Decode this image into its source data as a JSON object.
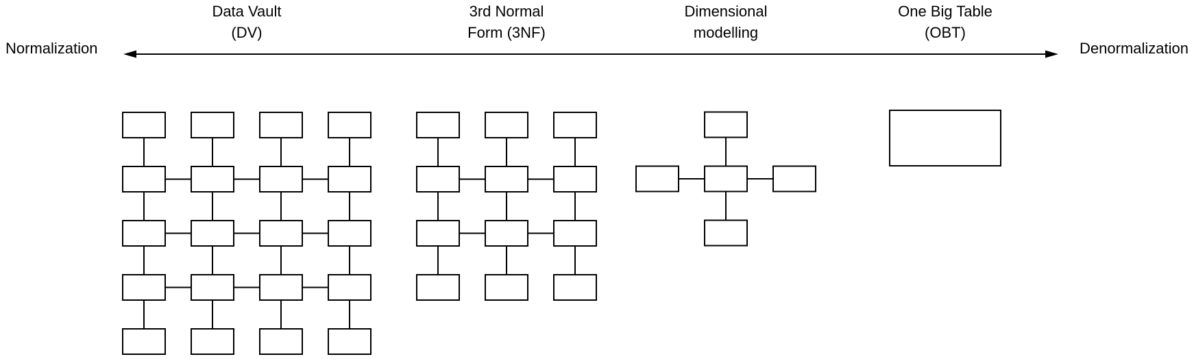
{
  "spectrum": {
    "left_label": "Normalization",
    "right_label": "Denormalization"
  },
  "approaches": [
    {
      "id": "data-vault",
      "label_lines": [
        "Data Vault",
        "(DV)"
      ],
      "diagram": {
        "kind": "grid",
        "rows": 5,
        "cols": 4,
        "box_count": 20,
        "vertically_linked": true,
        "horizontally_linked_rows": [
          2,
          3,
          4
        ]
      }
    },
    {
      "id": "third-normal-form",
      "label_lines": [
        "3rd Normal",
        "Form (3NF)"
      ],
      "diagram": {
        "kind": "grid",
        "rows": 4,
        "cols": 3,
        "box_count": 12,
        "vertically_linked": true,
        "horizontally_linked_rows": [
          2,
          3
        ]
      }
    },
    {
      "id": "dimensional-modelling",
      "label_lines": [
        "Dimensional",
        "modelling"
      ],
      "diagram": {
        "kind": "star",
        "box_count": 5,
        "center_links": [
          "top",
          "right",
          "bottom",
          "left"
        ]
      }
    },
    {
      "id": "one-big-table",
      "label_lines": [
        "One Big Table",
        "(OBT)"
      ],
      "diagram": {
        "kind": "single",
        "box_count": 1
      }
    }
  ],
  "style": {
    "stroke_color": "#000000",
    "box_fill": "#ffffff",
    "text_color": "#000000",
    "background": "#ffffff"
  }
}
